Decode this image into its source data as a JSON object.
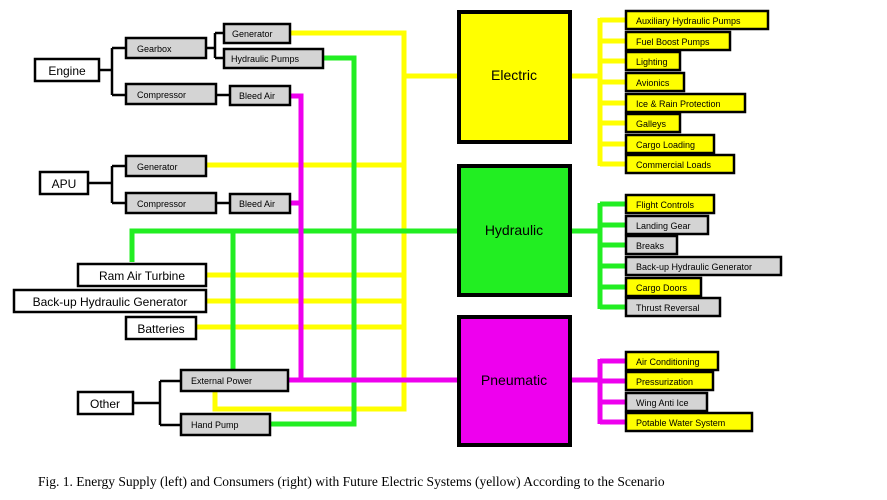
{
  "colors": {
    "electric": "#FFFF00",
    "hydraulic": "#22EE22",
    "pneumatic": "#EE00EE",
    "gray_box": "#D4D4D4",
    "line_black": "#000000"
  },
  "systems": {
    "electric": "Electric",
    "hydraulic": "Hydraulic",
    "pneumatic": "Pneumatic"
  },
  "suppliers": {
    "engine": "Engine",
    "gearbox": "Gearbox",
    "generator": "Generator",
    "hydraulic_pumps": "Hydraulic Pumps",
    "engine_compressor": "Compressor",
    "engine_bleed_air": "Bleed Air",
    "apu": "APU",
    "apu_generator": "Generator",
    "apu_compressor": "Compressor",
    "apu_bleed_air": "Bleed Air",
    "ram_air_turbine": "Ram Air Turbine",
    "backup_hydraulic_generator": "Back-up Hydraulic Generator",
    "batteries": "Batteries",
    "other": "Other",
    "external_power": "External Power",
    "hand_pump": "Hand Pump"
  },
  "consumers": {
    "electric": [
      "Auxiliary Hydraulic Pumps",
      "Fuel Boost Pumps",
      "Lighting",
      "Avionics",
      "Ice & Rain Protection",
      "Galleys",
      "Cargo Loading",
      "Commercial Loads"
    ],
    "hydraulic": [
      "Flight Controls",
      "Landing Gear",
      "Breaks",
      "Back-up Hydraulic Generator",
      "Cargo Doors",
      "Thrust Reversal"
    ],
    "pneumatic": [
      "Air Conditioning",
      "Pressurization",
      "Wing Anti Ice",
      "Potable Water System"
    ]
  },
  "caption": "Fig. 1. Energy Supply (left) and Consumers (right) with Future Electric Systems (yellow) According to the Scenario"
}
